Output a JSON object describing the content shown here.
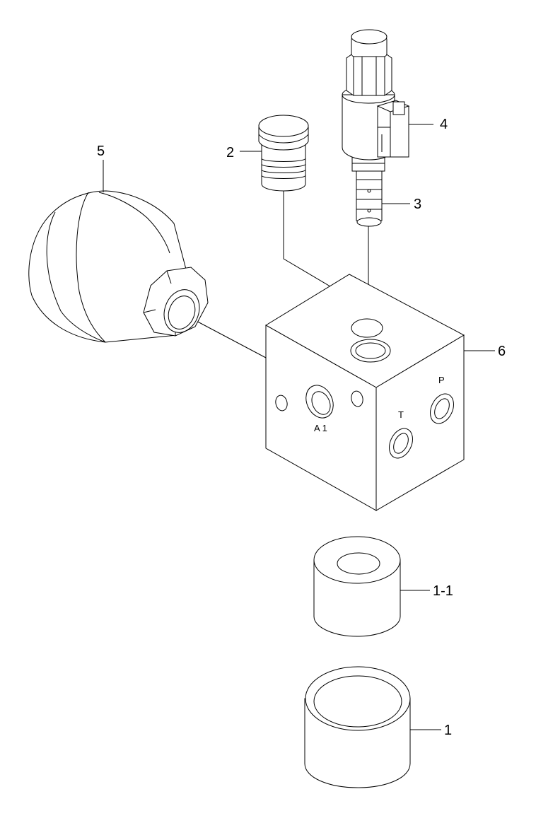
{
  "callouts": {
    "item_1": "1",
    "item_1_1": "1-1",
    "item_2": "2",
    "item_3": "3",
    "item_4": "4",
    "item_5": "5",
    "item_6": "6"
  },
  "ports": {
    "a1": "A1",
    "t": "T",
    "p": "P"
  }
}
